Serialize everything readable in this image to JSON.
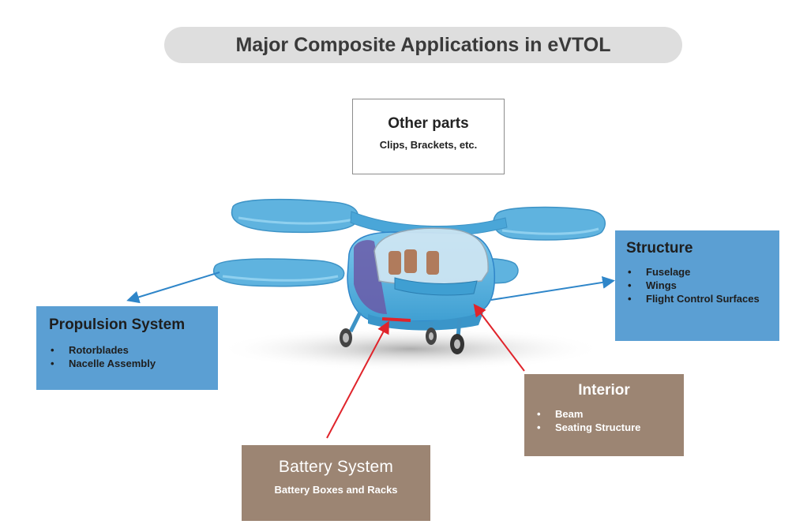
{
  "title": "Major Composite Applications in eVTOL",
  "other_parts": {
    "heading": "Other parts",
    "detail": "Clips, Brackets, etc."
  },
  "structure": {
    "heading": "Structure",
    "items": [
      "Fuselage",
      "Wings",
      "Flight Control Surfaces"
    ]
  },
  "propulsion": {
    "heading": "Propulsion System",
    "items": [
      "Rotorblades",
      "Nacelle Assembly"
    ]
  },
  "interior": {
    "heading": "Interior",
    "items": [
      "Beam",
      "Seating Structure"
    ]
  },
  "battery": {
    "heading": "Battery System",
    "detail": "Battery Boxes and Racks"
  },
  "colors": {
    "blue_box": "#5b9fd3",
    "brown_box": "#9c8573",
    "arrow_blue": "#2f86c9",
    "arrow_red": "#e0242b",
    "aircraft": "#5fb3df"
  }
}
